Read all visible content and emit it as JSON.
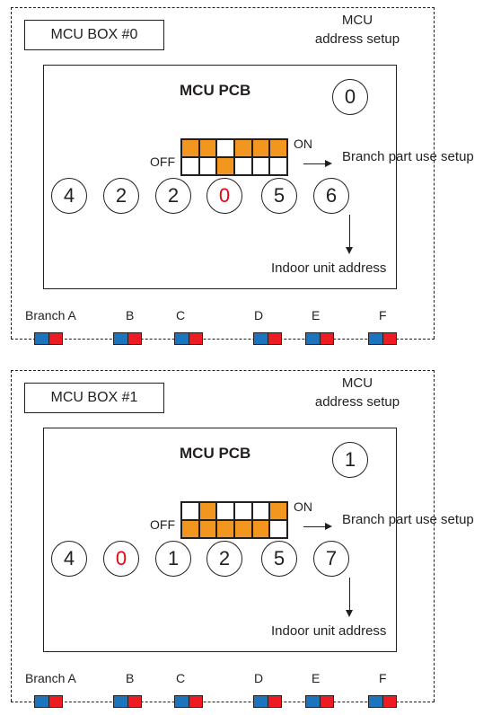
{
  "boxes": [
    {
      "box_label": "MCU BOX #0",
      "address_label_line1": "MCU",
      "address_label_line2": "address setup",
      "pcb_title": "MCU PCB",
      "mcu_address": "0",
      "dip_top": [
        1,
        1,
        0,
        1,
        1,
        1
      ],
      "dip_bottom": [
        0,
        0,
        1,
        0,
        0,
        0
      ],
      "on_label": "ON",
      "off_label": "OFF",
      "branch_setup_label": "Branch part use setup",
      "indoor_addresses": [
        {
          "digit": "4",
          "highlight": false
        },
        {
          "digit": "2",
          "highlight": false
        },
        {
          "digit": "2",
          "highlight": false
        },
        {
          "digit": "0",
          "highlight": true
        },
        {
          "digit": "5",
          "highlight": false
        },
        {
          "digit": "6",
          "highlight": false
        }
      ],
      "indoor_label": "Indoor unit address",
      "branches": [
        "Branch A",
        "B",
        "C",
        "D",
        "E",
        "F"
      ]
    },
    {
      "box_label": "MCU BOX #1",
      "address_label_line1": "MCU",
      "address_label_line2": "address setup",
      "pcb_title": "MCU PCB",
      "mcu_address": "1",
      "dip_top": [
        0,
        1,
        0,
        0,
        0,
        1
      ],
      "dip_bottom": [
        1,
        1,
        1,
        1,
        1,
        0
      ],
      "on_label": "ON",
      "off_label": "OFF",
      "branch_setup_label": "Branch part use setup",
      "indoor_addresses": [
        {
          "digit": "4",
          "highlight": false
        },
        {
          "digit": "0",
          "highlight": true
        },
        {
          "digit": "1",
          "highlight": false
        },
        {
          "digit": "2",
          "highlight": false
        },
        {
          "digit": "5",
          "highlight": false
        },
        {
          "digit": "7",
          "highlight": false
        }
      ],
      "indoor_label": "Indoor unit address",
      "branches": [
        "Branch A",
        "B",
        "C",
        "D",
        "E",
        "F"
      ]
    }
  ],
  "colors": {
    "dip_on": "#f39620",
    "highlight_digit": "#e30613",
    "pipe_blue": "#1c75bc",
    "pipe_red": "#ed1c24"
  }
}
